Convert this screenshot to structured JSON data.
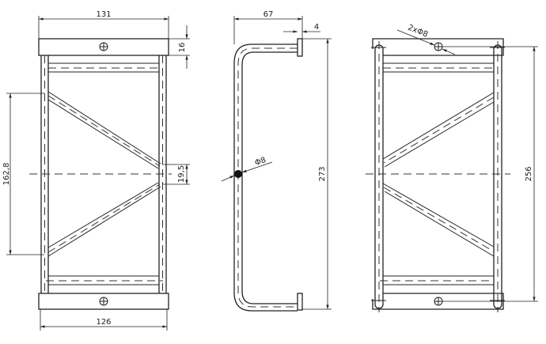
{
  "drawing": {
    "type": "technical-drawing",
    "views": {
      "front": {
        "dims": {
          "top_width": "131",
          "plate_height": "16",
          "bottom_width": "126",
          "diagonal_span": "162,8",
          "center_gap": "19,5"
        }
      },
      "side": {
        "dims": {
          "depth": "67",
          "plate_thickness": "4",
          "rod_diameter": "Φ8",
          "height": "273"
        }
      },
      "back": {
        "dims": {
          "holes": "2xΦ8",
          "hole_spacing": "256"
        }
      }
    },
    "line_color": "#222222",
    "background": "#ffffff"
  }
}
